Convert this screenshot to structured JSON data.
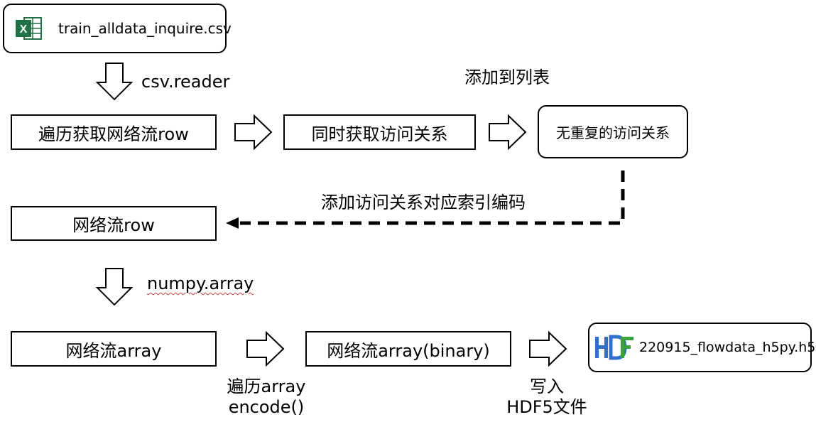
{
  "csv_file": {
    "name": "train_alldata_inquire.csv",
    "icon": "excel-icon"
  },
  "step_labels": {
    "csv_reader": "csv.reader",
    "add_to_list": "添加到列表",
    "add_index": "添加访问关系对应索引编码",
    "numpy_array": "numpy.array",
    "iterate_array": "遍历array",
    "encode": "encode()",
    "write": "写入",
    "hdf5_file": "HDF5文件"
  },
  "boxes": {
    "iterate_rows": "遍历获取网络流row",
    "get_access": "同时获取访问关系",
    "unique_access": "无重复的访问关系",
    "flow_row": "网络流row",
    "flow_array": "网络流array",
    "flow_array_binary": "网络流array(binary)"
  },
  "output_file": {
    "name": "220915_flowdata_h5py.h5",
    "icon": "hdf-icon"
  },
  "colors": {
    "excel_green": "#1f7244",
    "hdf_blue": "#2f6fd0",
    "hdf_green": "#3aa23a"
  }
}
